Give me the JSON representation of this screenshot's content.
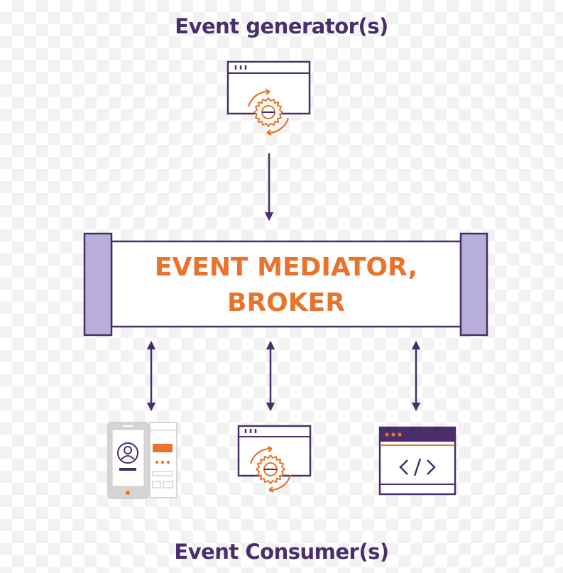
{
  "diagram": {
    "generator_label": "Event generator(s)",
    "consumer_label": "Event Consumer(s)",
    "broker_line1": "EVENT MEDIATOR,",
    "broker_line2": "BROKER"
  },
  "icons": {
    "generator": "browser-window-gear-icon",
    "consumer_mobile": "mobile-app-user-profile-icon",
    "consumer_service": "browser-window-gear-icon",
    "consumer_code": "code-window-icon"
  },
  "colors": {
    "purple": "#4a2e6b",
    "orange": "#e8732c",
    "lavender": "#b8aedb",
    "grey": "#d5d5d5"
  }
}
